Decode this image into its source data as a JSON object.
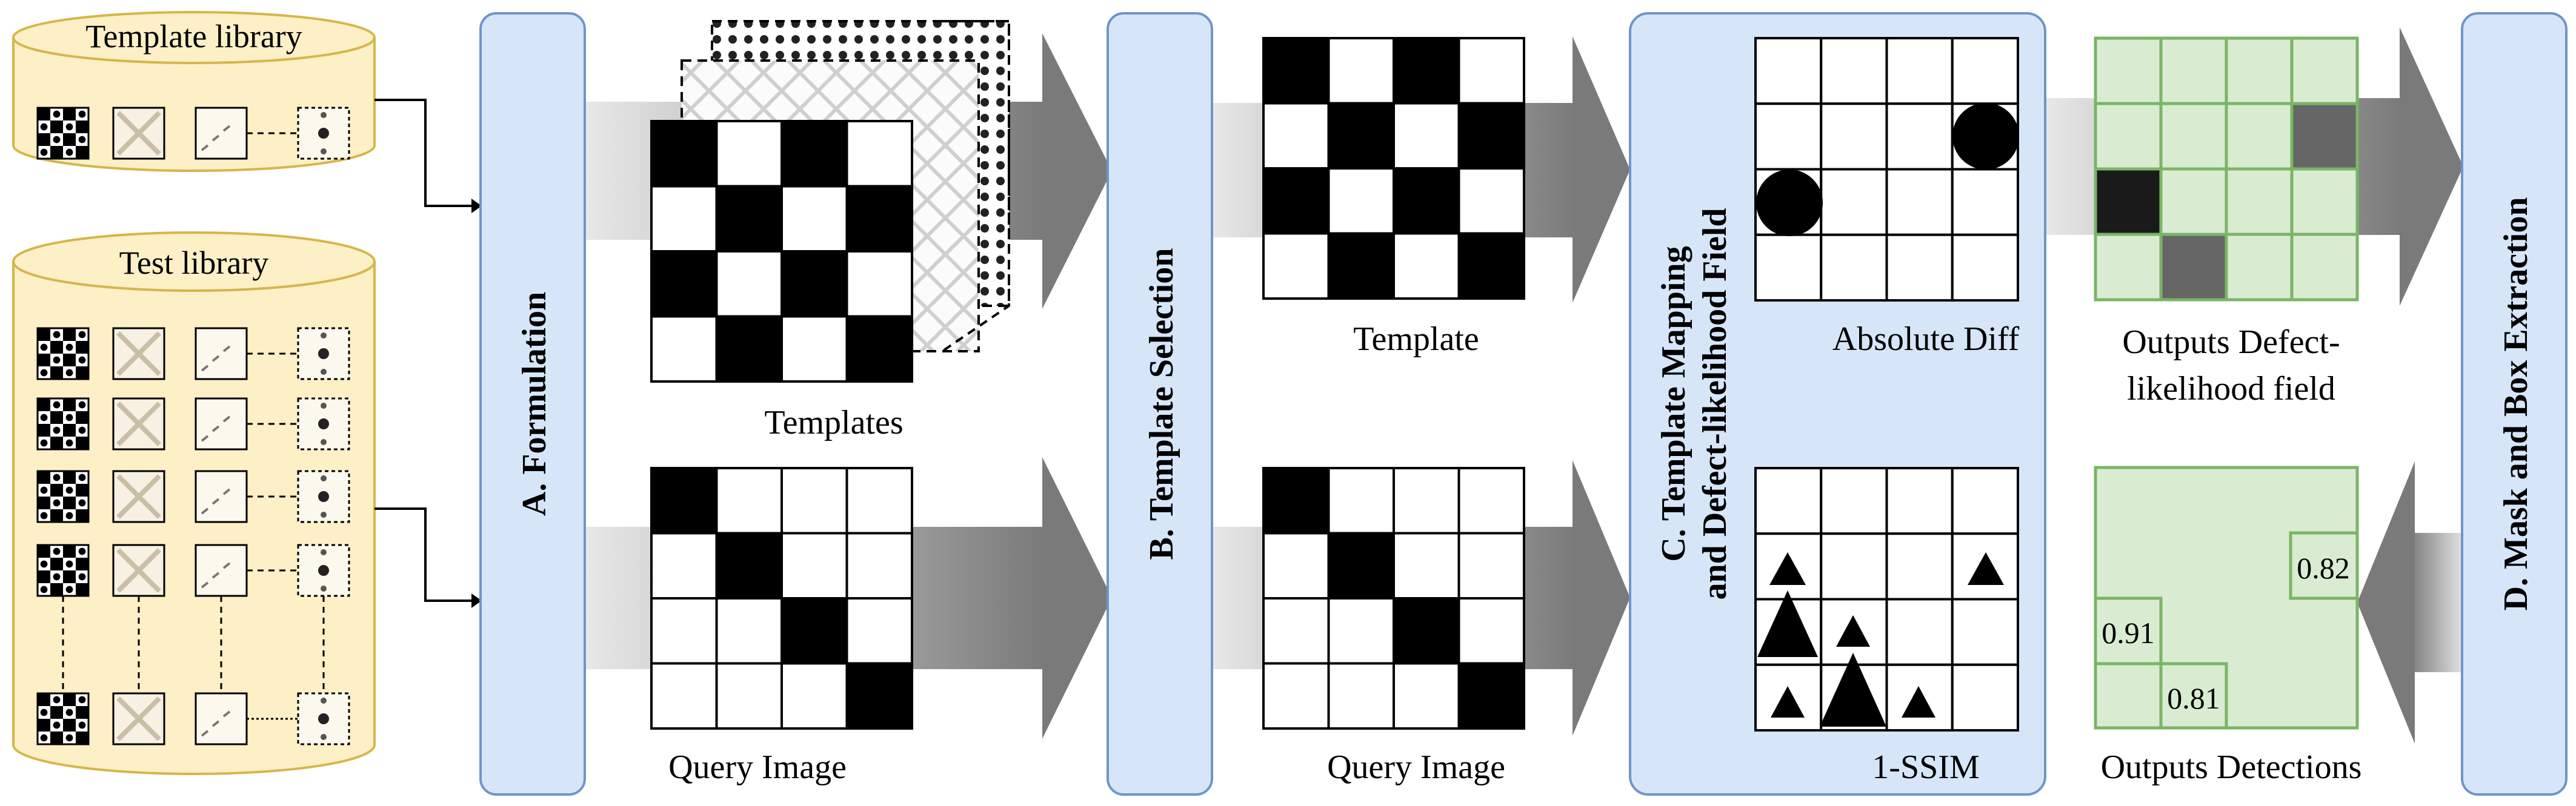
{
  "libraries": {
    "template_library": {
      "label": "Template library"
    },
    "test_library": {
      "label": "Test library"
    }
  },
  "stages": {
    "a": {
      "label": "A. Formulation"
    },
    "b": {
      "label": "B. Template Selection"
    },
    "c": {
      "line1": "C. Template Mapping",
      "line2": "and Defect-likelihood Field"
    },
    "d": {
      "label": "D. Mask and Box Extraction"
    }
  },
  "captions": {
    "templates": "Templates",
    "query_image_1": "Query Image",
    "template": "Template",
    "query_image_2": "Query Image",
    "absolute_diff": "Absolute Diff",
    "one_minus_ssim": "1-SSIM",
    "defect_field_line1": "Outputs Defect-",
    "defect_field_line2": "likelihood field",
    "detections": "Outputs Detections"
  },
  "detection_scores": [
    "0.82",
    "0.91",
    "0.81"
  ],
  "colors": {
    "stage_box_fill": "#d6e6f8",
    "stage_box_stroke": "#6f95c8",
    "library_fill": "#fdefc6",
    "library_stroke": "#d6b64a",
    "output_fill": "#d9ecd2",
    "output_stroke": "#7ab565",
    "arrow_dark": "#7f7f7f",
    "arrow_light": "#dcdcdc"
  }
}
